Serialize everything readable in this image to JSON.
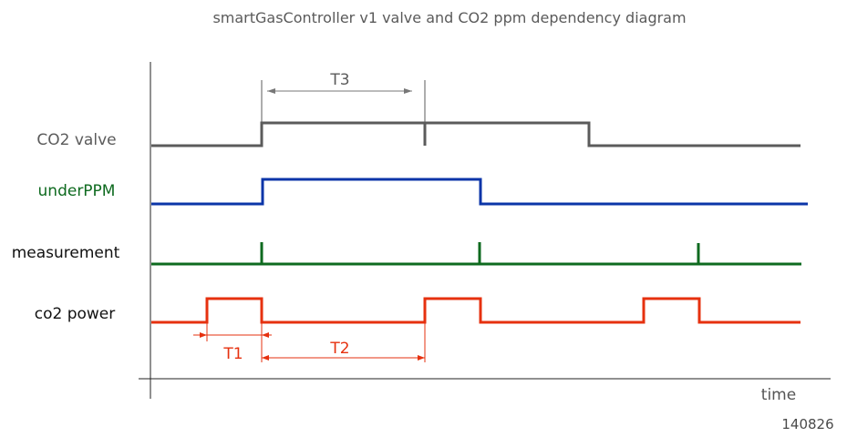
{
  "diagram": {
    "title": "smartGasController v1 valve and CO2 ppm dependency diagram",
    "axis": {
      "time_label": "time"
    },
    "version": "140826",
    "colors": {
      "co2_valve": "#5b5b5b",
      "under_ppm": "#0b35a8",
      "measurement": "#0e6a1f",
      "co2_power": "#e6310f",
      "axis": "#202020",
      "title": "#5a5a5a"
    },
    "signals": [
      {
        "key": "co2_valve",
        "label": "CO2 valve"
      },
      {
        "key": "under_ppm",
        "label": "underPPM"
      },
      {
        "key": "measurement",
        "label": "measurement"
      },
      {
        "key": "co2_power",
        "label": "co2 power"
      }
    ],
    "intervals": {
      "t1": "T1",
      "t2": "T2",
      "t3": "T3"
    }
  }
}
